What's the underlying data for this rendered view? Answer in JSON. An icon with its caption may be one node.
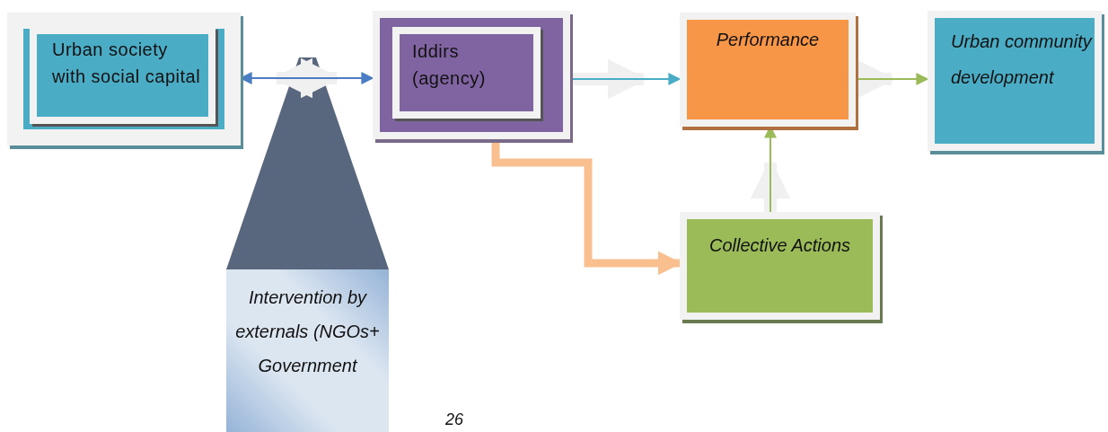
{
  "diagram": {
    "nodes": [
      {
        "text": [
          "Urban society with social capital"
        ]
      },
      {
        "text": [
          "Iddirs (agency)"
        ]
      },
      {
        "text": [
          "Performance"
        ]
      },
      {
        "text": [
          "Urban community development"
        ]
      },
      {
        "text": [
          "Collective Actions"
        ]
      },
      {
        "text": [
          "Intervention by externals (NGOs+ Government"
        ]
      }
    ],
    "edges": [
      {
        "from": 0,
        "to": 1,
        "arrow": "both",
        "color": "#4a7dc4"
      },
      {
        "from": 1,
        "to": 2,
        "arrow": "to",
        "color": "#4bacc6"
      },
      {
        "from": 2,
        "to": 3,
        "arrow": "to",
        "color": "#9bbb59"
      },
      {
        "from": 4,
        "to": 2,
        "arrow": "to",
        "color": "#9bbb59"
      },
      {
        "from": 1,
        "to": 4,
        "arrow": "to",
        "style": "thick",
        "color": "#f9bf8f"
      }
    ],
    "labels": [
      "26"
    ]
  }
}
